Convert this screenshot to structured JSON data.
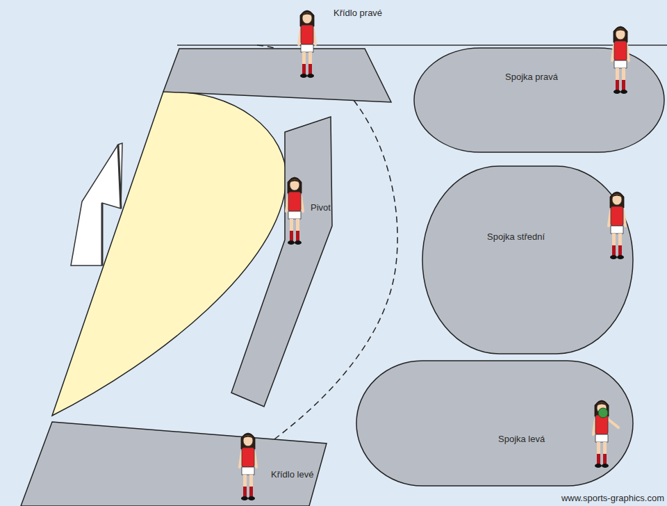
{
  "diagram": {
    "nodes": [
      {
        "text": [
          "Křídlo pravé"
        ]
      },
      {
        "text": [
          "Spojka pravá"
        ]
      },
      {
        "text": [
          "Pivot"
        ]
      },
      {
        "text": [
          "Spojka střední"
        ]
      },
      {
        "text": [
          "Spojka levá"
        ]
      },
      {
        "text": [
          "Křídlo levé"
        ]
      }
    ],
    "labels": [
      "www.sports-graphics.com"
    ]
  }
}
